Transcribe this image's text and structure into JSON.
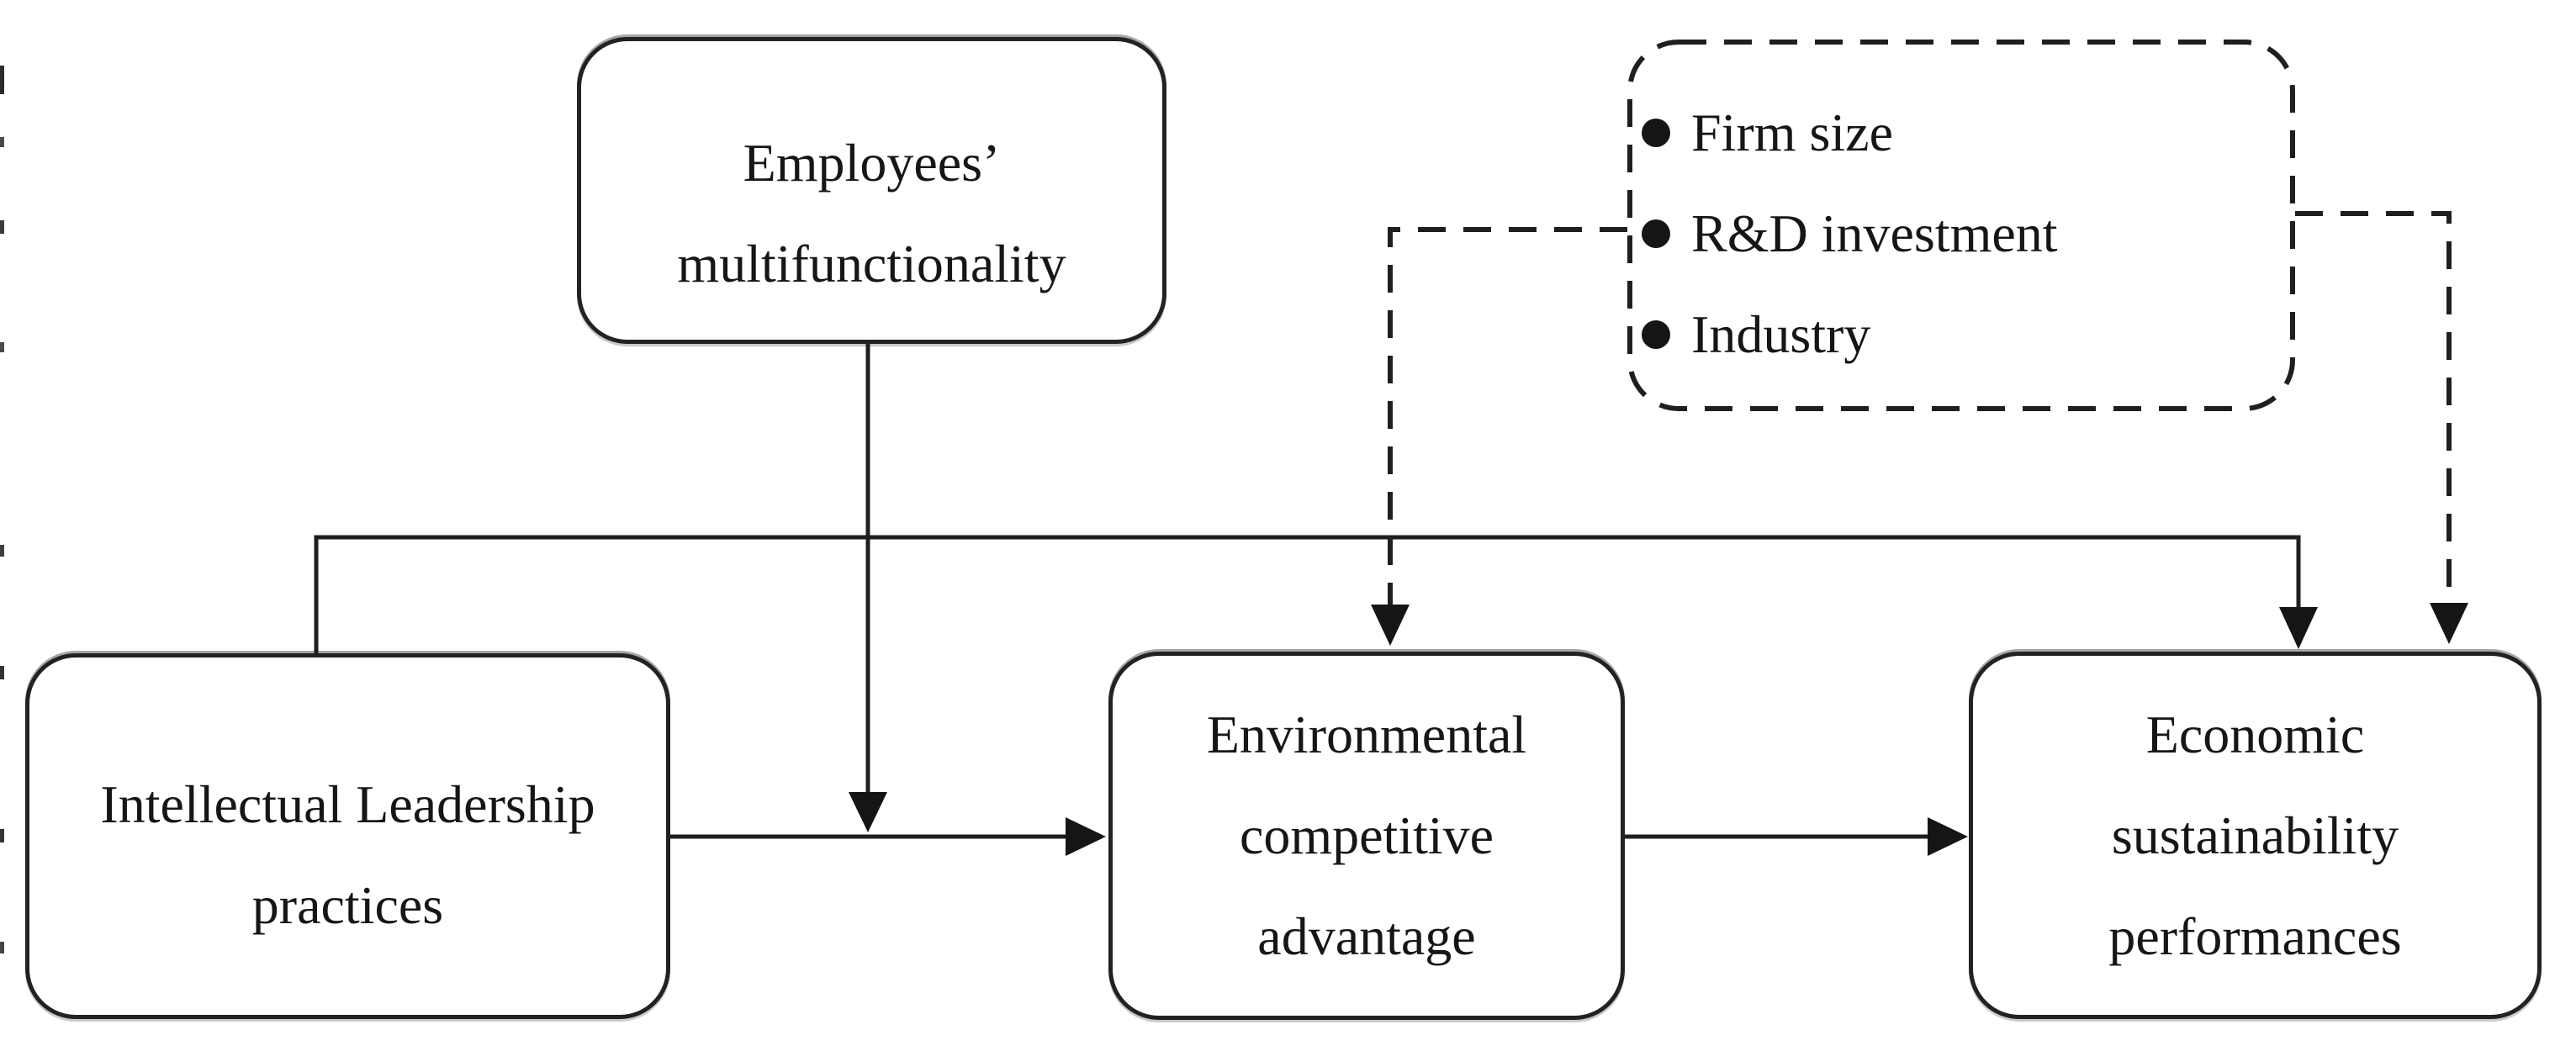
{
  "figure": {
    "background_color": "#ffffff",
    "ink_color": "#1f1f1f",
    "nodes": {
      "employees": {
        "lines": [
          "Employees’",
          "multifunctionality"
        ],
        "border_style": "solid"
      },
      "intellectual": {
        "lines": [
          "Intellectual Leadership",
          "practices"
        ],
        "border_style": "solid"
      },
      "environmental": {
        "lines": [
          "Environmental",
          "competitive",
          "advantage"
        ],
        "border_style": "solid"
      },
      "economic": {
        "lines": [
          "Economic",
          "sustainability",
          "performances"
        ],
        "border_style": "solid"
      },
      "controls": {
        "items": [
          "Firm size",
          "R&D investment",
          "Industry"
        ],
        "border_style": "dashed",
        "bullet_icon": "filled-circle"
      }
    },
    "edges": [
      {
        "id": "ilp-to-environmental",
        "from": "Intellectual Leadership practices",
        "to": "Environmental competitive advantage",
        "line": "solid",
        "arrow": true
      },
      {
        "id": "environmental-to-economic",
        "from": "Environmental competitive advantage",
        "to": "Economic sustainability performances",
        "line": "solid",
        "arrow": true
      },
      {
        "id": "ilp-direct-to-economic",
        "from": "Intellectual Leadership practices",
        "to": "Economic sustainability performances",
        "line": "solid",
        "arrow": true
      },
      {
        "id": "employees-moderation",
        "from": "Employees’ multifunctionality",
        "to": "ilp-to-environmental arrow",
        "line": "solid",
        "arrow": true
      },
      {
        "id": "controls-to-environmental",
        "from": "Control variables box",
        "to": "Environmental competitive advantage",
        "line": "dashed",
        "arrow": true
      },
      {
        "id": "controls-to-economic",
        "from": "Control variables box",
        "to": "Economic sustainability performances",
        "line": "dashed",
        "arrow": true
      }
    ]
  }
}
